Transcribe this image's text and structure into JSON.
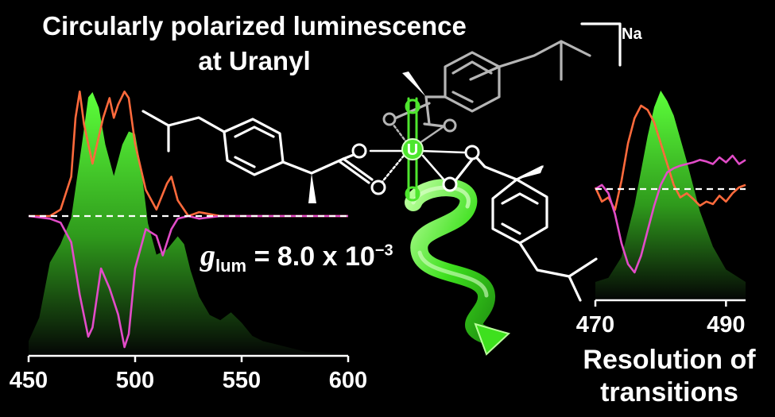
{
  "title_line1": "Circularly polarized luminescence",
  "title_line2": "at Uranyl",
  "glum": {
    "g": "g",
    "sub": "lum",
    "eq": " = 8.0 x 10",
    "exp": "−3"
  },
  "counterion": "Na",
  "metal_label": "U",
  "oxygen_label": "O",
  "resolution_line1": "Resolution of",
  "resolution_line2": "transitions",
  "colors": {
    "emission": "#4ee62e",
    "cpl_positive": "#ff6a3c",
    "cpl_negative": "#e24cc8",
    "baseline": "#ffffff"
  },
  "chart_data": [
    {
      "type": "line",
      "xlabel": "",
      "ylabel": "",
      "xlim": [
        450,
        600
      ],
      "x_ticks": [
        "450",
        "500",
        "550",
        "600"
      ],
      "series": [
        {
          "style": "filled-area",
          "color": "#4ee62e",
          "x": [
            450,
            455,
            460,
            465,
            470,
            475,
            478,
            480,
            483,
            486,
            490,
            494,
            497,
            500,
            503,
            506,
            510,
            515,
            520,
            523,
            526,
            530,
            535,
            540,
            545,
            550,
            555,
            560,
            565,
            570,
            580,
            590,
            600
          ],
          "y": [
            0.05,
            0.14,
            0.35,
            0.42,
            0.52,
            0.8,
            0.98,
            1.0,
            0.94,
            0.8,
            0.68,
            0.8,
            0.85,
            0.84,
            0.7,
            0.5,
            0.38,
            0.4,
            0.45,
            0.42,
            0.32,
            0.22,
            0.15,
            0.13,
            0.16,
            0.12,
            0.07,
            0.05,
            0.04,
            0.03,
            0.01,
            0.005,
            0.0
          ]
        },
        {
          "style": "line",
          "color": "#ff6a3c",
          "x": [
            450,
            460,
            465,
            470,
            472,
            474,
            476,
            480,
            485,
            488,
            490,
            492,
            495,
            497,
            500,
            505,
            510,
            515,
            517,
            520,
            525,
            530,
            540,
            560,
            580,
            600
          ],
          "y": [
            0.0,
            0.0,
            0.05,
            0.3,
            0.75,
            0.95,
            0.7,
            0.4,
            0.75,
            0.9,
            0.75,
            0.85,
            0.95,
            0.9,
            0.55,
            0.2,
            0.05,
            0.25,
            0.3,
            0.12,
            0.0,
            0.03,
            0.0,
            0.0,
            0.0,
            0.0
          ]
        },
        {
          "style": "line",
          "color": "#e24cc8",
          "x": [
            450,
            460,
            465,
            470,
            474,
            478,
            480,
            484,
            488,
            492,
            495,
            497,
            500,
            505,
            510,
            513,
            517,
            520,
            525,
            530,
            540,
            560,
            580,
            600
          ],
          "y": [
            0.0,
            -0.02,
            -0.05,
            -0.2,
            -0.6,
            -0.92,
            -0.85,
            -0.4,
            -0.55,
            -0.75,
            -1.0,
            -0.9,
            -0.4,
            -0.1,
            -0.15,
            -0.3,
            -0.1,
            -0.02,
            0.0,
            -0.02,
            0.0,
            0.0,
            0.0,
            0.0
          ]
        }
      ]
    },
    {
      "type": "line",
      "xlabel": "",
      "ylabel": "",
      "xlim": [
        470,
        493
      ],
      "x_ticks": [
        "470",
        "490"
      ],
      "series": [
        {
          "style": "filled-area",
          "color": "#4ee62e",
          "x": [
            470,
            472,
            474,
            476,
            478,
            479,
            480,
            481,
            482,
            484,
            486,
            488,
            490,
            492,
            493
          ],
          "y": [
            0.08,
            0.1,
            0.2,
            0.45,
            0.78,
            0.92,
            1.0,
            0.95,
            0.88,
            0.66,
            0.42,
            0.25,
            0.14,
            0.1,
            0.08
          ]
        },
        {
          "style": "line",
          "color": "#ff6a3c",
          "x": [
            470,
            471,
            472,
            473,
            474,
            475,
            476,
            477,
            478,
            479,
            480,
            481,
            482,
            483,
            484,
            485,
            486,
            487,
            488,
            489,
            490,
            491,
            492,
            493
          ],
          "y": [
            0.02,
            -0.15,
            -0.1,
            -0.25,
            0.1,
            0.55,
            0.85,
            1.0,
            0.95,
            0.8,
            0.55,
            0.3,
            0.05,
            -0.1,
            -0.05,
            -0.12,
            -0.2,
            -0.15,
            -0.18,
            -0.08,
            -0.15,
            -0.05,
            0.02,
            0.05
          ]
        },
        {
          "style": "line",
          "color": "#e24cc8",
          "x": [
            470,
            471,
            472,
            473,
            474,
            475,
            476,
            477,
            478,
            479,
            480,
            481,
            482,
            483,
            484,
            485,
            486,
            487,
            488,
            489,
            490,
            491,
            492,
            493
          ],
          "y": [
            0.0,
            0.05,
            -0.05,
            -0.3,
            -0.65,
            -0.9,
            -1.0,
            -0.8,
            -0.5,
            -0.2,
            0.05,
            0.2,
            0.25,
            0.28,
            0.3,
            0.32,
            0.35,
            0.33,
            0.3,
            0.38,
            0.32,
            0.4,
            0.3,
            0.35
          ]
        }
      ]
    }
  ]
}
